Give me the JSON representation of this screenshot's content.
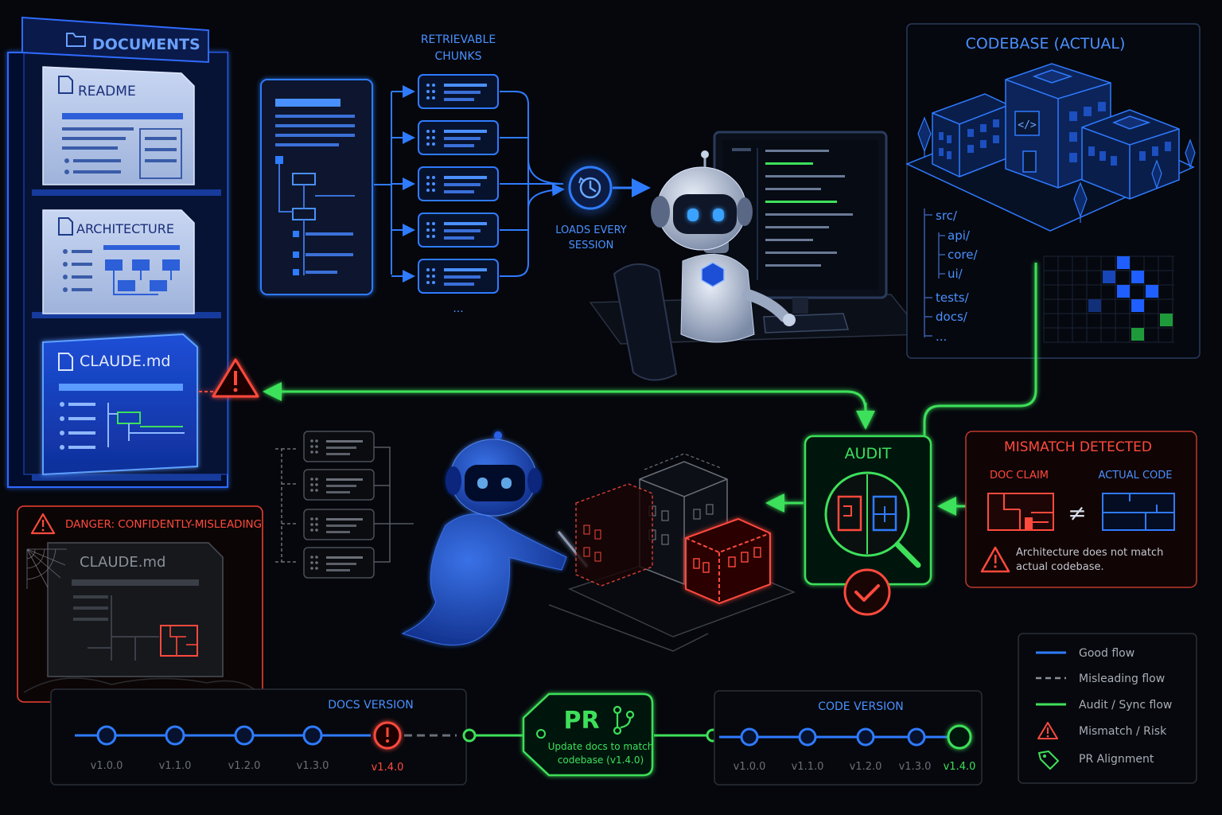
{
  "colors": {
    "background": "#05070c",
    "blue": "#2f7bff",
    "blue_text": "#4a90ff",
    "green": "#3ee05a",
    "red": "#ff4a3d",
    "gray": "#8a8f99"
  },
  "documents": {
    "title": "DOCUMENTS",
    "cards": [
      {
        "label": "README"
      },
      {
        "label": "ARCHITECTURE"
      },
      {
        "label": "CLAUDE.md"
      }
    ]
  },
  "retrieval": {
    "title_line1": "RETRIEVABLE",
    "title_line2": "CHUNKS",
    "ellipsis": "...",
    "loader_line1": "LOADS EVERY",
    "loader_line2": "SESSION"
  },
  "codebase": {
    "title": "CODEBASE (ACTUAL)",
    "tree": [
      "src/",
      "api/",
      "core/",
      "ui/",
      "tests/",
      "docs/",
      "..."
    ]
  },
  "audit": {
    "title": "AUDIT"
  },
  "mismatch": {
    "title": "MISMATCH DETECTED",
    "doc_claim": "DOC CLAIM",
    "actual_code": "ACTUAL CODE",
    "neq": "≠",
    "message_line1": "Architecture does not match",
    "message_line2": "actual codebase."
  },
  "danger": {
    "title": "DANGER: CONFIDENTLY-MISLEADING",
    "file": "CLAUDE.md"
  },
  "docs_version": {
    "title": "DOCS VERSION",
    "versions": [
      "v1.0.0",
      "v1.1.0",
      "v1.2.0",
      "v1.3.0",
      "v1.4.0"
    ]
  },
  "pr": {
    "title": "PR",
    "line1": "Update docs to match",
    "line2": "codebase (v1.4.0)"
  },
  "code_version": {
    "title": "CODE VERSION",
    "versions": [
      "v1.0.0",
      "v1.1.0",
      "v1.2.0",
      "v1.3.0",
      "v1.4.0"
    ]
  },
  "legend": {
    "items": [
      {
        "label": "Good flow",
        "icon": "solid-blue-line"
      },
      {
        "label": "Misleading flow",
        "icon": "dashed-gray-line"
      },
      {
        "label": "Audit / Sync flow",
        "icon": "solid-green-line"
      },
      {
        "label": "Mismatch / Risk",
        "icon": "warning-triangle-icon"
      },
      {
        "label": "PR Alignment",
        "icon": "tag-icon"
      }
    ]
  }
}
